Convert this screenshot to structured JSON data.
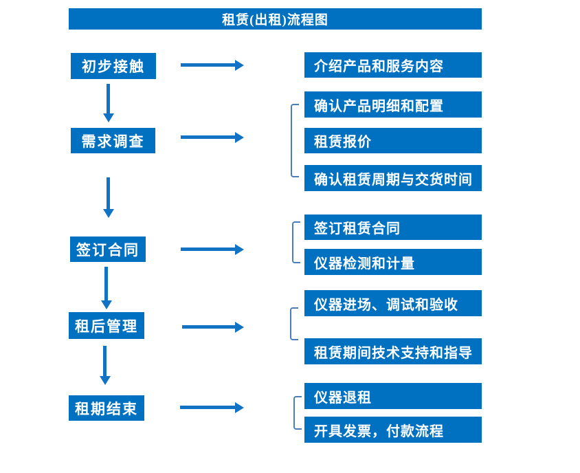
{
  "title": "租赁(出租)流程图",
  "colors": {
    "page_bg": "#FFFFFF",
    "box_fill": "#0070C0",
    "box_text": "#FFFFFF",
    "arrow_fill": "#1272C4",
    "bracket_stroke": "#4A7EBB"
  },
  "steps": [
    {
      "label": "初步接触",
      "details": [
        "介绍产品和服务内容"
      ]
    },
    {
      "label": "需求调查",
      "details": [
        "确认产品明细和配置",
        "租赁报价",
        "确认租赁周期与交货时间"
      ]
    },
    {
      "label": "签订合同",
      "details": [
        "签订租赁合同",
        "仪器检测和计量"
      ]
    },
    {
      "label": "租后管理",
      "details": [
        "仪器进场、调试和验收",
        "租赁期间技术支持和指导"
      ]
    },
    {
      "label": "租期结束",
      "details": [
        "仪器退租",
        "开具发票，付款流程"
      ]
    }
  ]
}
